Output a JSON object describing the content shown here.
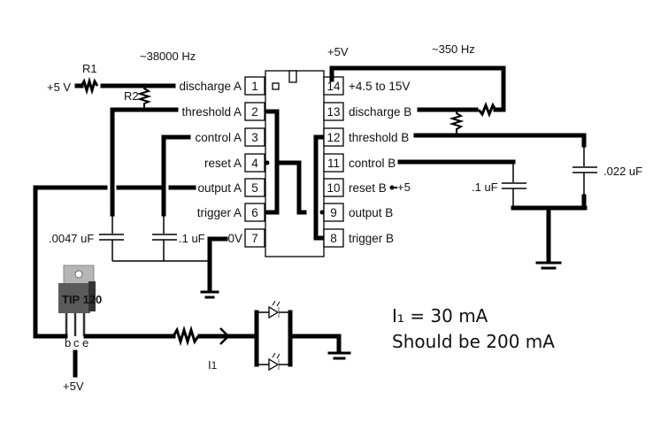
{
  "timer_a": {
    "frequency": "~38000 Hz",
    "supply": "+5 V",
    "r1": "R1",
    "r2": "R2",
    "cap_timing": ".0047 uF",
    "cap_control": ".1 uF",
    "pins": [
      {
        "num": "1",
        "label": "discharge A"
      },
      {
        "num": "2",
        "label": "threshold A"
      },
      {
        "num": "3",
        "label": "control A"
      },
      {
        "num": "4",
        "label": "reset A"
      },
      {
        "num": "5",
        "label": "output A"
      },
      {
        "num": "6",
        "label": "trigger A"
      },
      {
        "num": "7",
        "label": "0V"
      }
    ]
  },
  "timer_b": {
    "frequency": "~350 Hz",
    "supply": "+5V",
    "reset_supply": "+5",
    "cap_timing": ".022 uF",
    "cap_control": ".1 uF",
    "pins": [
      {
        "num": "14",
        "label": "+4.5 to 15V"
      },
      {
        "num": "13",
        "label": "discharge B"
      },
      {
        "num": "12",
        "label": "threshold B"
      },
      {
        "num": "11",
        "label": "control B"
      },
      {
        "num": "10",
        "label": "reset B"
      },
      {
        "num": "9",
        "label": "output B"
      },
      {
        "num": "8",
        "label": "trigger B"
      }
    ]
  },
  "transistor": {
    "part": "TIP 120",
    "legs": [
      "b",
      "c",
      "e"
    ],
    "collector_supply": "+5V"
  },
  "current_label": {
    "symbol": "I",
    "subscript": "1"
  },
  "notes": {
    "measured": "I₁ = 30 mA",
    "expected": "Should be 200 mA"
  },
  "colors": {
    "wire": "#000000",
    "orange_label": "#7a3d00",
    "blue_label": "#1f3f7a"
  }
}
